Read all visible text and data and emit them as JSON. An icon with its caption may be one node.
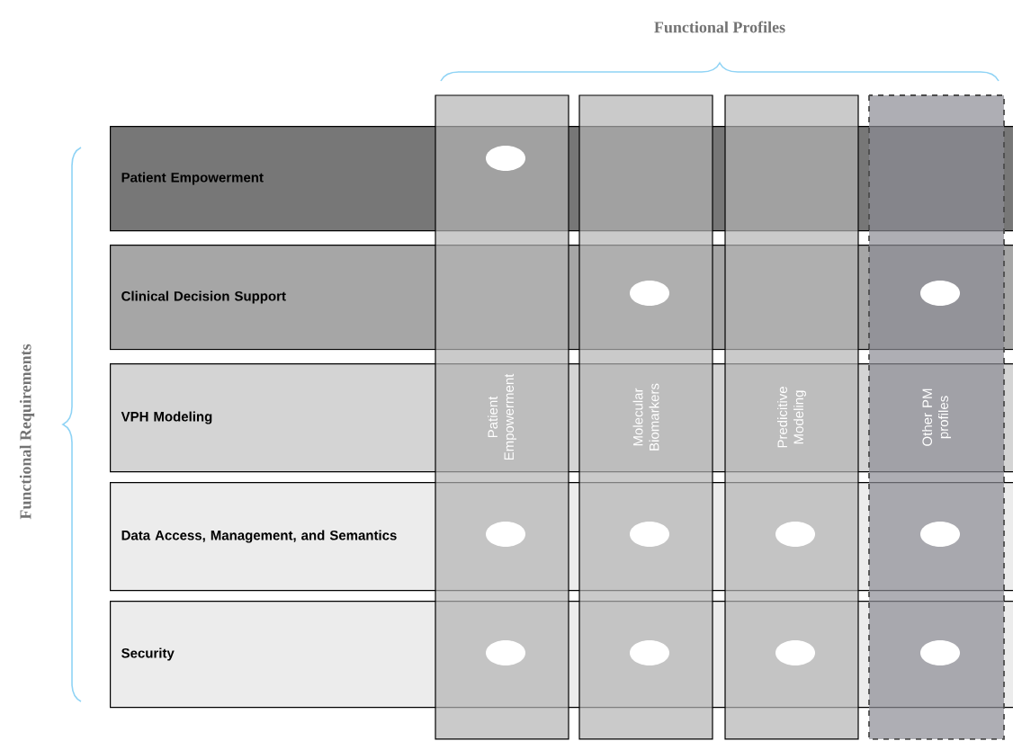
{
  "diagram": {
    "nodes": [
      {
        "text": [
          "Patient Empowerment"
        ]
      },
      {
        "text": [
          "Clinical Decision Support"
        ]
      },
      {
        "text": [
          "VPH Modeling"
        ]
      },
      {
        "text": [
          "Data Access, Management, and Semantics"
        ]
      },
      {
        "text": [
          "Security"
        ]
      },
      {
        "text": [
          "Patient Empowerment"
        ]
      },
      {
        "text": [
          "Molecular Biomarkers"
        ]
      },
      {
        "text": [
          "Predicitive Modeling"
        ]
      },
      {
        "text": [
          "Other PM profiles"
        ]
      },
      {
        "text": [],
        "shape": "circle"
      },
      {
        "text": [],
        "shape": "circle"
      },
      {
        "text": [],
        "shape": "circle"
      },
      {
        "text": [],
        "shape": "circle"
      },
      {
        "text": [],
        "shape": "circle"
      },
      {
        "text": [],
        "shape": "circle"
      },
      {
        "text": [],
        "shape": "circle"
      },
      {
        "text": [],
        "shape": "circle"
      },
      {
        "text": [],
        "shape": "circle"
      },
      {
        "text": [],
        "shape": "circle"
      },
      {
        "text": [],
        "shape": "circle"
      }
    ],
    "labels": [
      "Functional Profiles",
      "Functional Requirements"
    ]
  }
}
